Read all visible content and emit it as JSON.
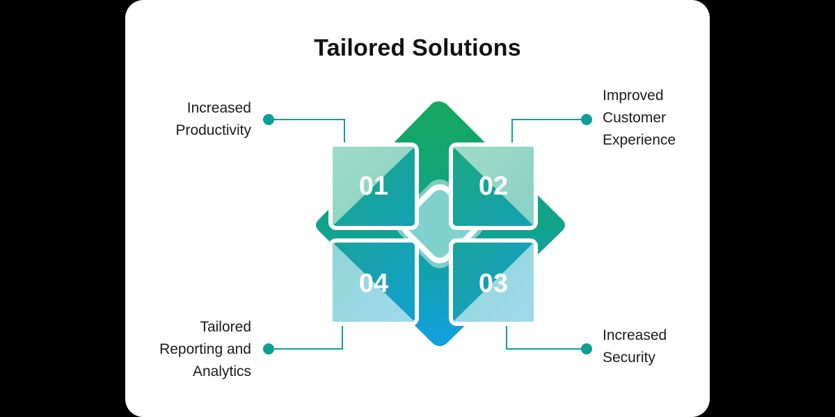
{
  "title": "Tailored Solutions",
  "items": [
    {
      "number": "01",
      "lines": [
        "Increased",
        "Productivity"
      ]
    },
    {
      "number": "02",
      "lines": [
        "Improved",
        "Customer",
        "Experience"
      ]
    },
    {
      "number": "03",
      "lines": [
        "Increased",
        "Security"
      ]
    },
    {
      "number": "04",
      "lines": [
        "Tailored",
        "Reporting and",
        "Analytics"
      ]
    }
  ],
  "colors": {
    "connector": "#0d9e96",
    "diamond_top": "#14a85f",
    "diamond_bottom": "#12a1e0",
    "tile_light": "#a3dcc6",
    "tile_mid": "#1faa80"
  }
}
